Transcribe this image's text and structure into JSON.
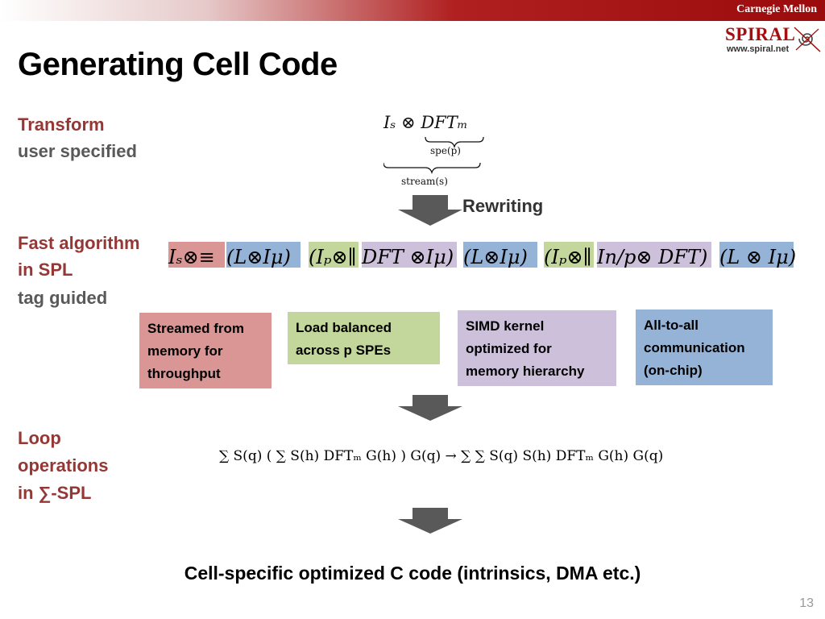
{
  "header": {
    "org": "Carnegie Mellon",
    "logo_text": "SPIRAL",
    "logo_url": "www.spiral.net"
  },
  "title": "Generating Cell Code",
  "labels": {
    "transform_1": "Transform",
    "transform_2": "user specified",
    "fast_1": "Fast algorithm",
    "fast_2": "in SPL",
    "fast_3": "tag guided",
    "loop_1": "Loop",
    "loop_2": "operations",
    "loop_3": "in ∑-SPL"
  },
  "rewriting": "Rewriting",
  "formula_top": {
    "main": "Iₛ ⊗ DFTₘ",
    "brace_inner": "spe(p)",
    "brace_outer": "stream(s)"
  },
  "spl_segments": [
    {
      "text": "Iₛ⊗≡",
      "color": "#da9694"
    },
    {
      "text": "(L⊗Iμ)",
      "color": "#95b3d7"
    },
    {
      "text": "(Iₚ⊗∥",
      "color": "#c3d69b"
    },
    {
      "text": "DFT ⊗Iμ)",
      "color": "#ccc0da"
    },
    {
      "text": "(L⊗Iμ)",
      "color": "#95b3d7"
    },
    {
      "text": "(Iₚ⊗∥",
      "color": "#c3d69b"
    },
    {
      "text": "In/p⊗ DFT)",
      "color": "#ccc0da"
    },
    {
      "text": "(L ⊗ Iμ)",
      "color": "#95b3d7"
    }
  ],
  "boxes": [
    {
      "text": "Streamed from memory for throughput",
      "color": "#da9694"
    },
    {
      "text": "Load balanced across p SPEs",
      "color": "#c3d69b"
    },
    {
      "text": "SIMD kernel optimized for memory hierarchy",
      "color": "#ccc0da"
    },
    {
      "text": "All-to-all communication (on-chip)",
      "color": "#95b3d7"
    }
  ],
  "sum_formula": "∑ S(q) ( ∑ S(h) DFTₘ G(h) ) G(q) → ∑ ∑ S(q) S(h) DFTₘ G(h) G(q)",
  "final": "Cell-specific optimized C code (intrinsics, DMA etc.)",
  "page_number": "13"
}
